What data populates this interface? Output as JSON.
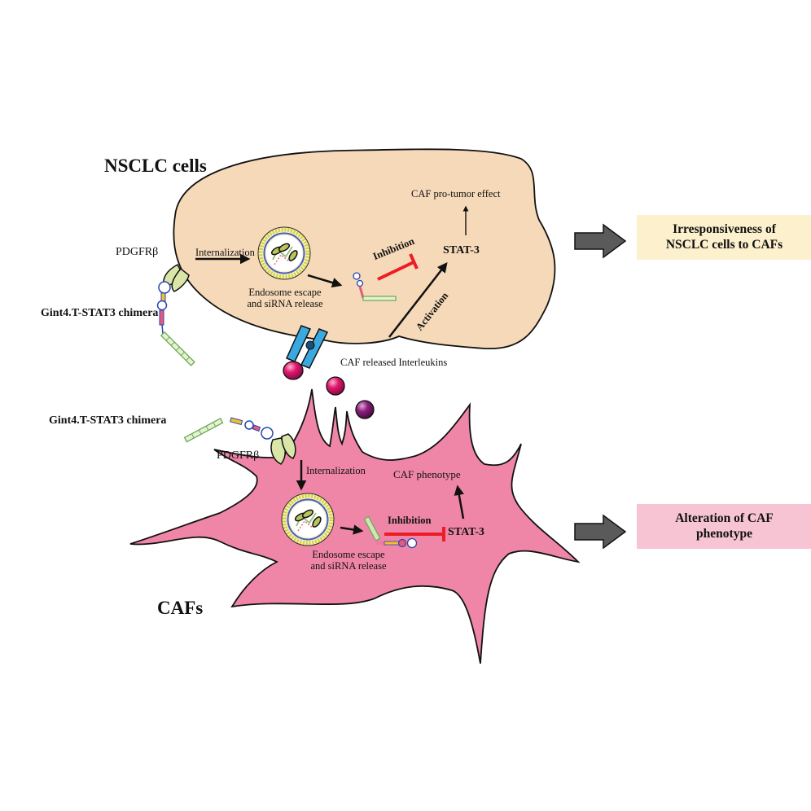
{
  "colors": {
    "nsclc_cell_fill": "#f5d9b8",
    "caf_cell_fill": "#ef86a8",
    "outcome1_fill": "#fdf0cc",
    "outcome2_fill": "#f7c4d4",
    "inhibition": "#ee1c24",
    "receptor_fill": "#d9e6a8",
    "il_receptor_fill": "#3aa9e0",
    "interleukin_pink": "#e0186e",
    "interleukin_purple": "#8a1f7c",
    "big_arrow": "#5a5a5a"
  },
  "nsclc": {
    "title": "NSCLC cells",
    "receptor_label": "PDGFRβ",
    "chimera_label": "Gint4.T-STAT3 chimera",
    "internalization": "Internalization",
    "endosome_line1": "Endosome escape",
    "endosome_line2": "and siRNA release",
    "inhibition": "Inhibition",
    "stat3": "STAT-3",
    "effect": "CAF pro-tumor effect",
    "activation": "Activation",
    "interleukins": "CAF released Interleukins"
  },
  "caf": {
    "title": "CAFs",
    "receptor_label": "PDGFRβ",
    "chimera_label": "Gint4.T-STAT3 chimera",
    "internalization": "Internalization",
    "endosome_line1": "Endosome escape",
    "endosome_line2": "and siRNA release",
    "inhibition": "Inhibition",
    "stat3": "STAT-3",
    "effect": "CAF phenotype"
  },
  "outcomes": [
    {
      "line1": "Irresponsiveness of",
      "line2": "NSCLC cells to CAFs"
    },
    {
      "line1": "Alteration of CAF",
      "line2": "phenotype"
    }
  ]
}
